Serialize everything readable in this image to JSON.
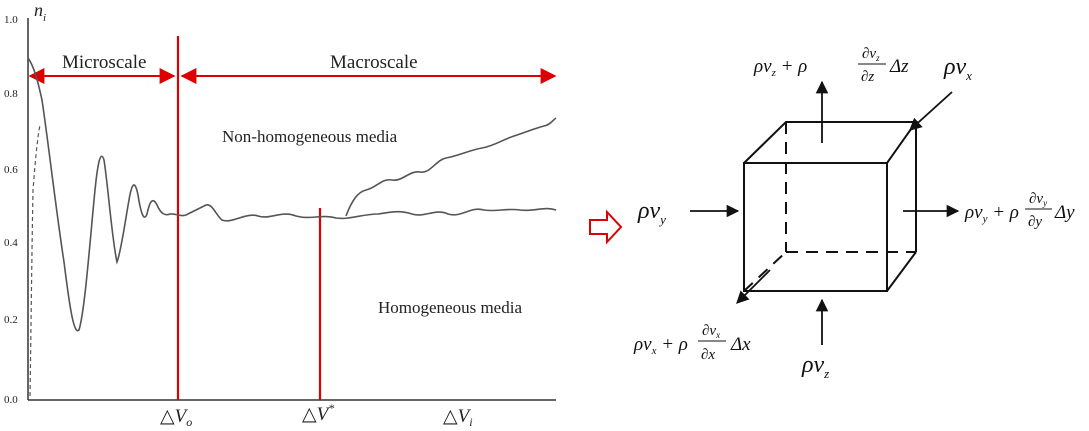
{
  "graph": {
    "y_axis_label": "n_i",
    "y_ticks": [
      "0.0",
      "0.2",
      "0.4",
      "0.6",
      "0.8",
      "1.0"
    ],
    "region_left": "Microscale",
    "region_right": "Macroscale",
    "label_upper": "Non-homogeneous media",
    "label_lower": "Homogeneous media",
    "x_marks": [
      "△V_o",
      "△V*",
      "△V_i"
    ],
    "colors": {
      "red": "#dd0000",
      "curve": "#555555",
      "axis": "#333333"
    }
  },
  "control_volume": {
    "left_in": "ρv_y",
    "right_out": "ρv_y + ρ (∂v_y/∂y) Δy",
    "top_out": "ρv_z + ρ (∂v_z/∂z) Δz",
    "top_right_in": "ρv_x",
    "bottom_in": "ρv_z",
    "bottom_left_out": "ρv_x + ρ (∂v_x/∂x) Δx",
    "colors": {
      "arrow": "#dd0000",
      "box": "#111111"
    }
  }
}
